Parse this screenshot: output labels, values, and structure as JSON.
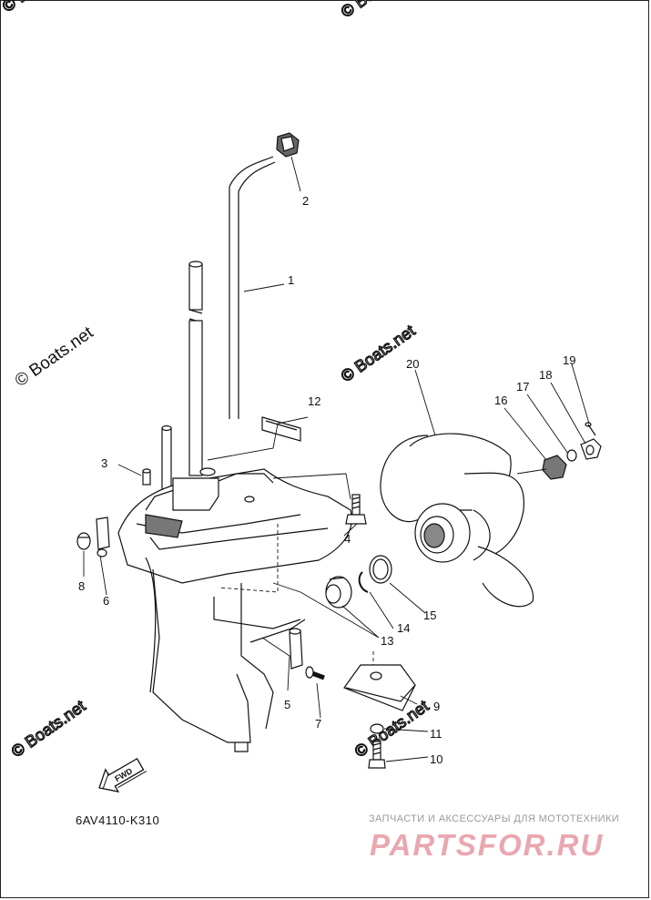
{
  "diagram": {
    "part_code": "6AV4110-K310",
    "fwd_label": "FWD",
    "watermark": "© Boats.net",
    "callouts": [
      "1",
      "2",
      "3",
      "4",
      "5",
      "6",
      "7",
      "8",
      "9",
      "10",
      "11",
      "12",
      "13",
      "14",
      "15",
      "16",
      "17",
      "18",
      "19",
      "20"
    ]
  },
  "branding": {
    "tagline": "ЗАПЧАСТИ И АКСЕССУАРЫ ДЛЯ МОТОТЕХНИКИ",
    "logo_text": "PARTSFOR.RU",
    "logo_color": "#e9a7b0"
  }
}
